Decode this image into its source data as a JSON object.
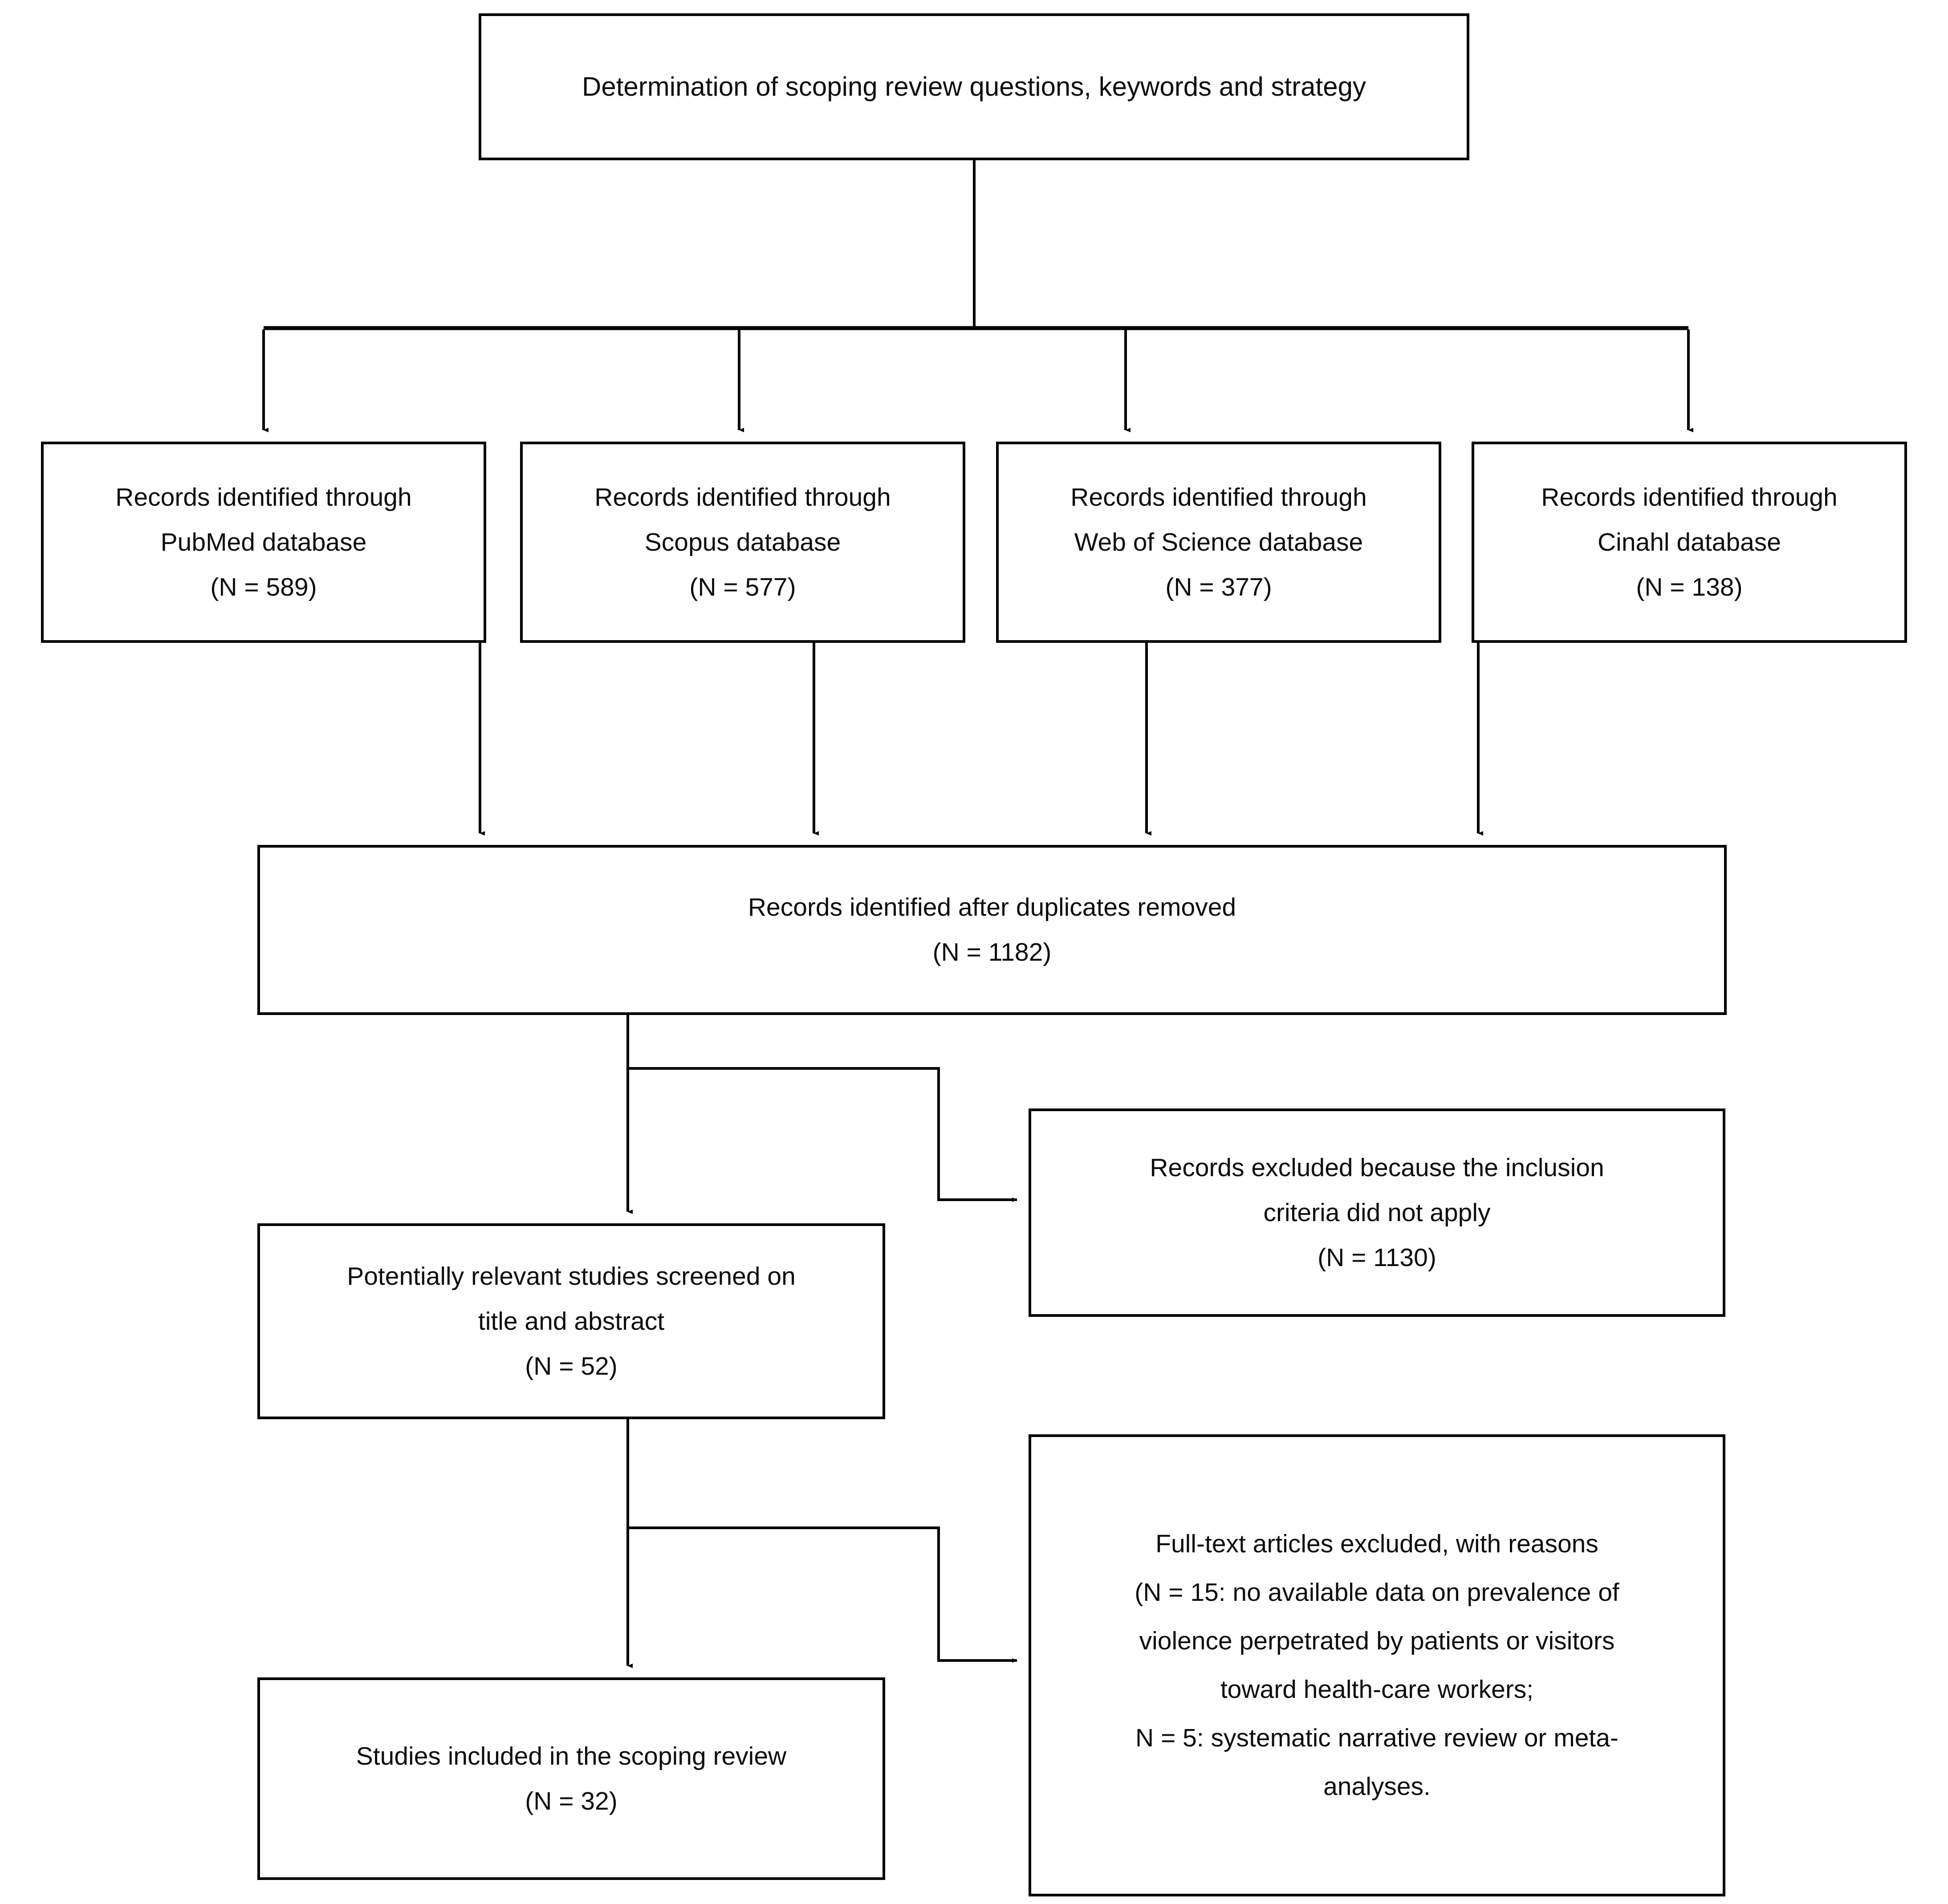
{
  "diagram": {
    "type": "flowchart",
    "title": "PRISMA scoping review selection flow",
    "stroke_color": "#000000",
    "text_color": "#0d0d0d",
    "background_color": "#ffffff"
  },
  "boxes": {
    "determination": {
      "name": "determination-box",
      "lines": [
        "Determination of scoping review questions, keywords and strategy"
      ]
    },
    "pubmed": {
      "name": "pubmed-records-box",
      "lines": [
        "Records identified through",
        "PubMed database",
        "(N = 589)"
      ],
      "count": 589,
      "source": "PubMed"
    },
    "scopus": {
      "name": "scopus-records-box",
      "lines": [
        "Records identified through",
        "Scopus database",
        "(N = 577)"
      ],
      "count": 577,
      "source": "Scopus"
    },
    "webofscience": {
      "name": "web-of-science-records-box",
      "lines": [
        "Records identified through",
        "Web of Science database",
        "(N = 377)"
      ],
      "count": 377,
      "source": "Web of Science"
    },
    "cinahl": {
      "name": "cinahl-records-box",
      "lines": [
        "Records identified through",
        "Cinahl database",
        "(N = 138)"
      ],
      "count": 138,
      "source": "Cinahl"
    },
    "duplicates_removed": {
      "name": "duplicates-removed-box",
      "lines": [
        "Records identified after duplicates removed",
        "(N = 1182)"
      ],
      "count": 1182
    },
    "records_excluded": {
      "name": "records-excluded-box",
      "lines": [
        "Records excluded because the inclusion",
        "criteria did not apply",
        "(N = 1130)"
      ],
      "count": 1130
    },
    "screened": {
      "name": "screened-studies-box",
      "lines": [
        "Potentially relevant studies screened on",
        "title and abstract",
        "(N = 52)"
      ],
      "count": 52
    },
    "fulltext_excluded": {
      "name": "fulltext-excluded-box",
      "lines": [
        "Full-text articles excluded, with reasons",
        "(N = 15: no available data on prevalence of",
        "violence perpetrated by patients or visitors",
        "toward health-care workers;",
        "N = 5: systematic narrative review or meta-",
        "analyses."
      ],
      "counts": {
        "no_data_on_prevalence": 15,
        "systematic_or_meta_analyses": 5
      }
    },
    "included": {
      "name": "included-studies-box",
      "lines": [
        "Studies included in the scoping review",
        "(N = 32)"
      ],
      "count": 32
    }
  },
  "connectors": [
    {
      "name": "determination-to-databases-trunk",
      "from": "determination",
      "to": "database-distribution-bar"
    },
    {
      "name": "databases-bar-to-pubmed",
      "from": "database-distribution-bar",
      "to": "pubmed"
    },
    {
      "name": "databases-bar-to-scopus",
      "from": "database-distribution-bar",
      "to": "scopus"
    },
    {
      "name": "databases-bar-to-webofscience",
      "from": "database-distribution-bar",
      "to": "webofscience"
    },
    {
      "name": "databases-bar-to-cinahl",
      "from": "database-distribution-bar",
      "to": "cinahl"
    },
    {
      "name": "pubmed-to-duplicates",
      "from": "pubmed",
      "to": "duplicates_removed"
    },
    {
      "name": "scopus-to-duplicates",
      "from": "scopus",
      "to": "duplicates_removed"
    },
    {
      "name": "webofscience-to-duplicates",
      "from": "webofscience",
      "to": "duplicates_removed"
    },
    {
      "name": "cinahl-to-duplicates",
      "from": "cinahl",
      "to": "duplicates_removed"
    },
    {
      "name": "duplicates-to-screened",
      "from": "duplicates_removed",
      "to": "screened"
    },
    {
      "name": "duplicates-to-records-excluded",
      "from": "duplicates_removed",
      "to": "records_excluded"
    },
    {
      "name": "screened-to-included",
      "from": "screened",
      "to": "included"
    },
    {
      "name": "screened-to-fulltext-excluded",
      "from": "screened",
      "to": "fulltext_excluded"
    }
  ]
}
